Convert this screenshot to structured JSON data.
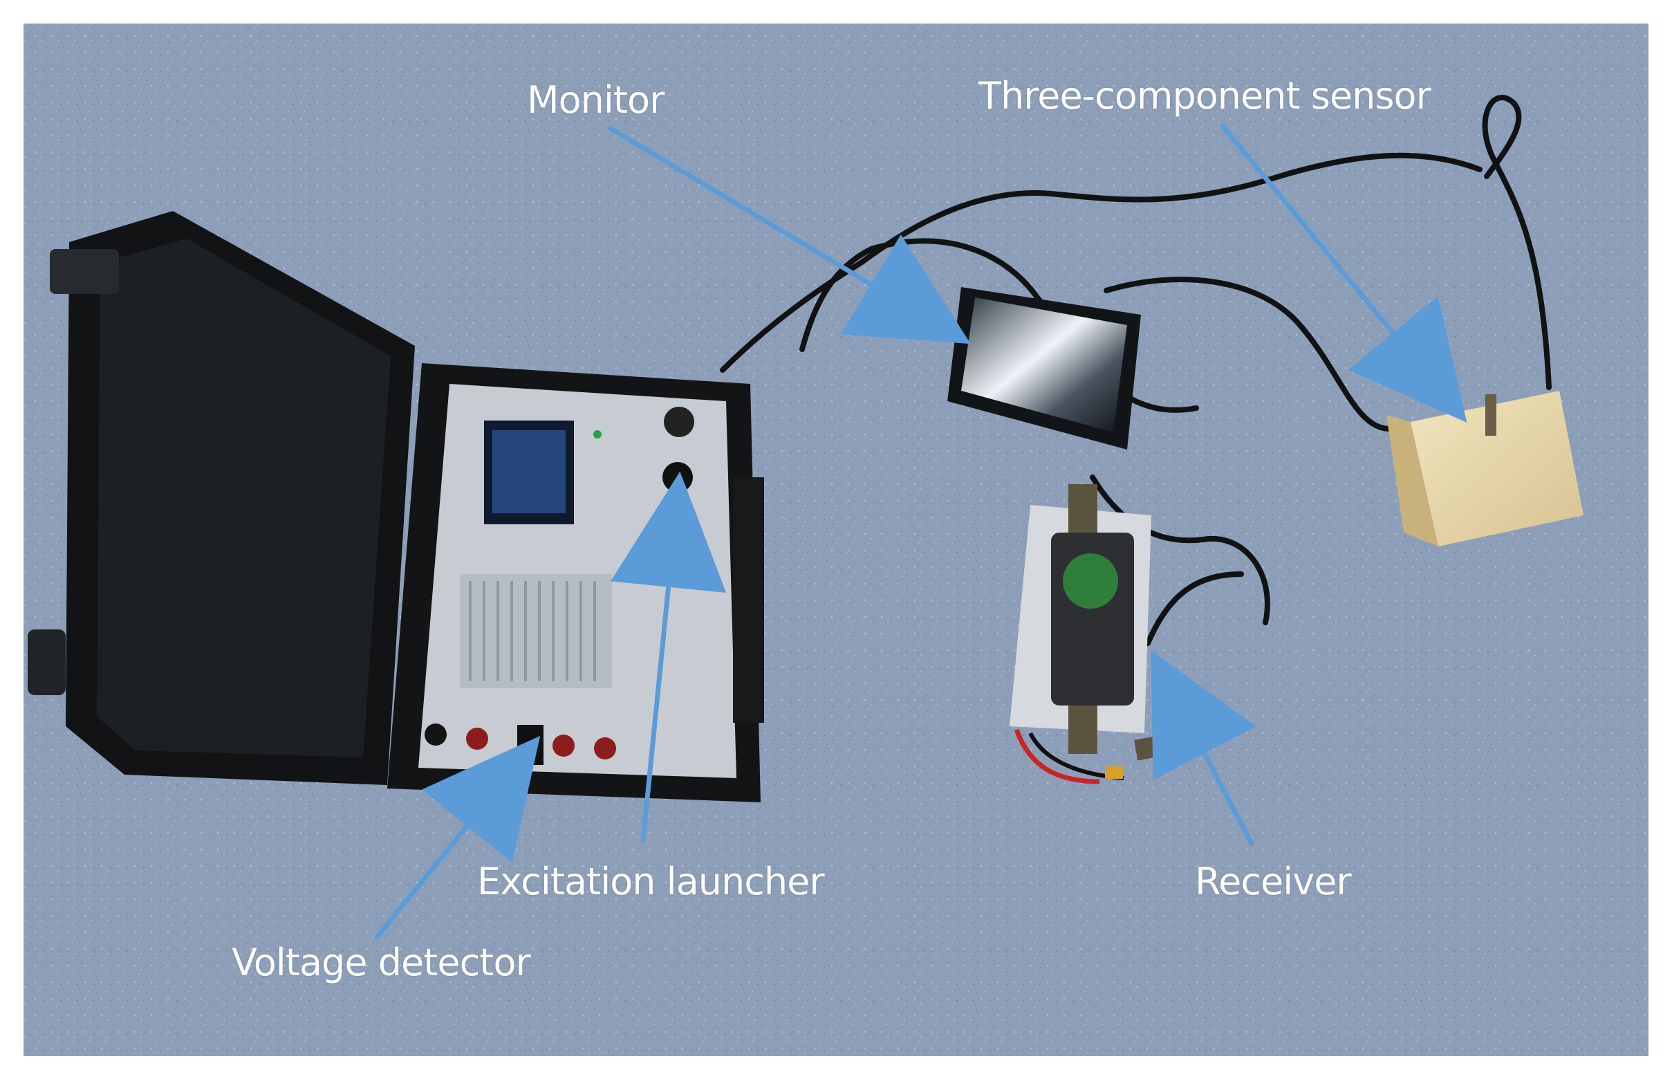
{
  "figure": {
    "labels": {
      "monitor": "Monitor",
      "three_component_sensor": "Three-component sensor",
      "excitation_launcher": "Excitation launcher",
      "voltage_detector": "Voltage detector",
      "receiver": "Receiver"
    }
  },
  "colors": {
    "floor": "#8b9eb8",
    "arrow": "#5b9bd8",
    "label_text": "#ffffff",
    "case": "#111315",
    "panel": "#c7ccd2",
    "sensor_block": "#e7d8b0"
  }
}
